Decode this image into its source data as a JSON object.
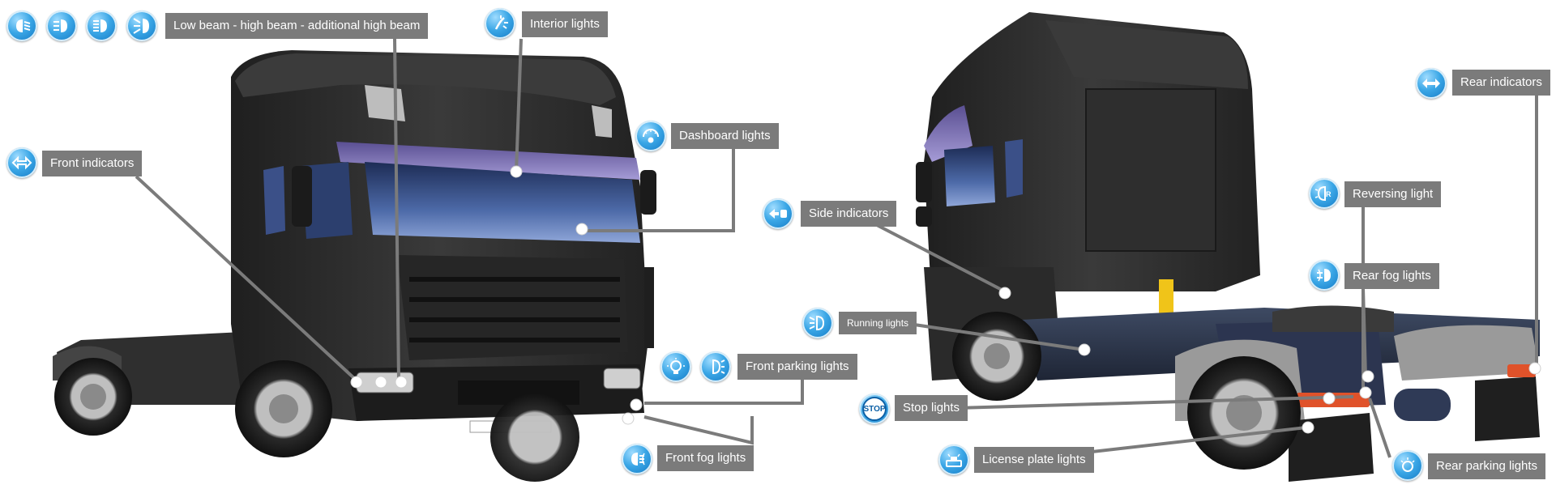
{
  "labels": {
    "low_high_beam": "Low beam - high beam - additional high beam",
    "interior_lights": "Interior lights",
    "dashboard_lights": "Dashboard lights",
    "front_indicators": "Front indicators",
    "side_indicators": "Side indicators",
    "running_lights": "Running lights",
    "front_parking_lights": "Front parking lights",
    "front_fog_lights": "Front fog lights",
    "stop_lights": "Stop lights",
    "license_plate_lights": "License plate lights",
    "rear_indicators": "Rear indicators",
    "reversing_light": "Reversing light",
    "rear_fog_lights": "Rear fog lights",
    "rear_parking_lights": "Rear parking lights"
  },
  "stop_icon_text": "STOP",
  "icons": {
    "low_beam": "low-beam-icon",
    "high_beam": "high-beam-icon",
    "additional_high_beam": "additional-high-beam-icon",
    "headlight_beam": "headlight-beam-icon",
    "interior": "interior-light-icon",
    "dashboard": "dashboard-light-icon",
    "front_indicator": "front-indicator-icon",
    "side_indicator": "side-indicator-icon",
    "running": "running-light-icon",
    "parking_bulb": "parking-bulb-icon",
    "parking_lamp": "parking-lamp-icon",
    "front_fog": "front-fog-icon",
    "stop": "stop-light-icon",
    "license_plate": "license-plate-icon",
    "rear_indicator": "rear-indicator-icon",
    "reversing": "reversing-light-icon",
    "rear_fog": "rear-fog-icon",
    "rear_parking": "rear-parking-icon"
  },
  "colors": {
    "label_bg": "#7b7b7b",
    "icon_blue": "#1e8ad6",
    "truck_body": "#2b2b2b",
    "windshield": "#3c4d7a",
    "visor": "#7a6fb0",
    "rear_lamp": "#e0522a",
    "beacon": "#f0c419"
  }
}
